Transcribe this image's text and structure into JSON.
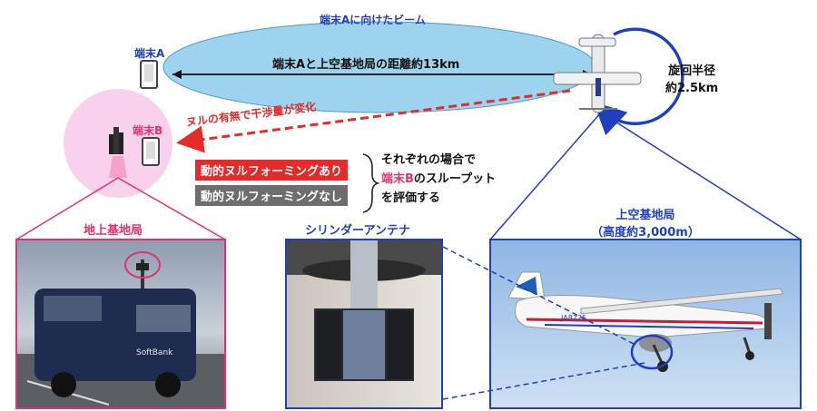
{
  "beam_label": "端末Aに向けたビーム",
  "terminal_a": "端末A",
  "terminal_b": "端末B",
  "distance_label": "端末Aと上空基地局の距離約13km",
  "turn_radius_line1": "旋回半径",
  "turn_radius_line2": "約2.5km",
  "null_label": "ヌルの有無で干渉量が変化",
  "tag_with": "動的ヌルフォーミングあり",
  "tag_without": "動的ヌルフォーミングなし",
  "eval_line1": "それぞれの場合で",
  "eval_line2_highlight": "端末B",
  "eval_line2_rest": "のスループット",
  "eval_line3": "を評価する",
  "ground_station": "地上基地局",
  "cylinder_antenna": "シリンダーアンテナ",
  "hap_station_line1": "上空基地局",
  "hap_station_line2": "（高度約3,000m）",
  "van_brand": "SoftBank",
  "plane_reg": "JA8225",
  "colors": {
    "blue": "#1f3fbf",
    "pink": "#e2316f",
    "red": "#e52a2a",
    "beam_fill": "#9ed3ee",
    "gray_tag": "#6d6d6d"
  }
}
